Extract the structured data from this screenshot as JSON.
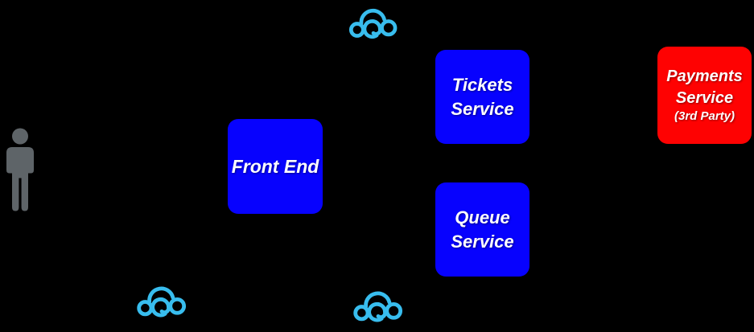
{
  "diagram": {
    "background_color": "#000000",
    "nodes": {
      "front_end": {
        "label": "Front End",
        "color": "#0702fe",
        "text_color": "#ffffff"
      },
      "tickets_service": {
        "line1": "Tickets",
        "line2": "Service",
        "color": "#0702fe",
        "text_color": "#ffffff"
      },
      "queue_service": {
        "line1": "Queue",
        "line2": "Service",
        "color": "#0702fe",
        "text_color": "#ffffff"
      },
      "payments_service": {
        "line1": "Payments",
        "line2": "Service",
        "line3": "(3rd Party)",
        "color": "#fe0202",
        "text_color": "#ffffff"
      }
    },
    "icons": {
      "user": {
        "name": "user-icon",
        "color": "#5e6468"
      },
      "cloud_top": {
        "name": "cloud-icon",
        "color": "#38bdee"
      },
      "cloud_bottom_left": {
        "name": "cloud-icon",
        "color": "#38bdee"
      },
      "cloud_bottom_center": {
        "name": "cloud-icon",
        "color": "#38bdee"
      }
    }
  }
}
